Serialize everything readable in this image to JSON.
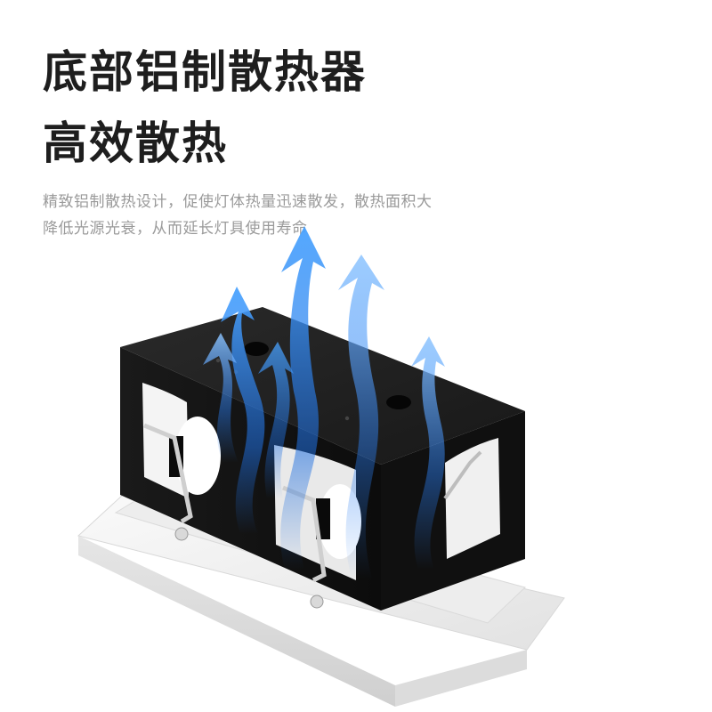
{
  "headline": {
    "line1": "底部铝制散热器",
    "line2": "高效散热"
  },
  "description": {
    "line1": "精致铝制散热设计，促使灯体热量迅速散发，散热面积大",
    "line2": "降低光源光衰，从而延长灯具使用寿命"
  },
  "colors": {
    "headline": "#1e1e1e",
    "description": "#9a9a9a",
    "heatsink": "#141414",
    "frame": "#f2f2f2",
    "airflow": "#1f6fe0"
  },
  "illustration": {
    "subject": "recessed-double-head-downlight",
    "icons": [
      "heat-flow-arrow-icon"
    ]
  }
}
